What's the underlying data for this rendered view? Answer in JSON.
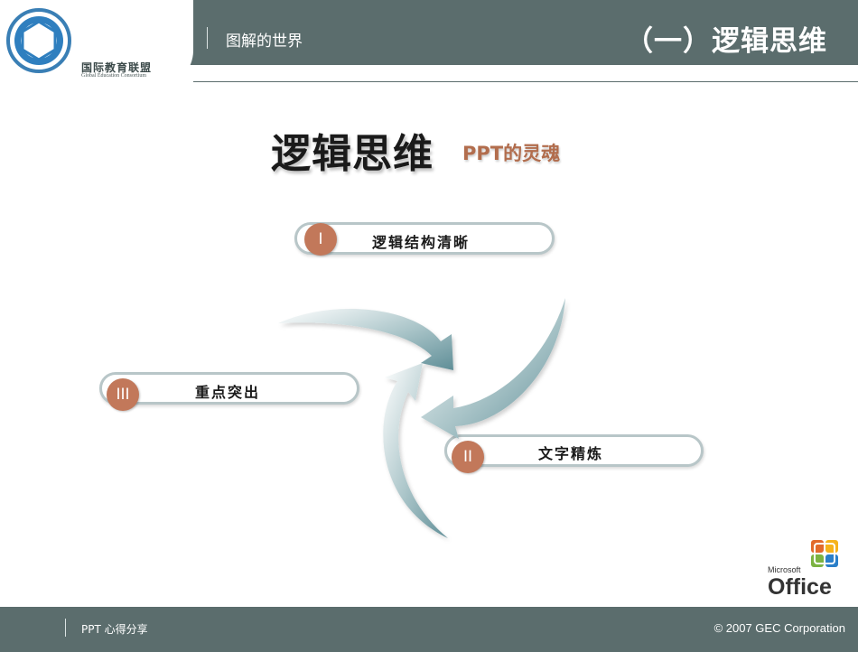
{
  "header": {
    "org_name_cn": "国际教育联盟",
    "org_name_en": "Global Education Consortium",
    "subtitle": "图解的世界",
    "title": "（一）逻辑思维"
  },
  "slide": {
    "title": "逻辑思维",
    "subtitle": "PPT的灵魂",
    "items": [
      {
        "numeral": "I",
        "label": "逻辑结构清晰"
      },
      {
        "numeral": "II",
        "label": "文字精炼"
      },
      {
        "numeral": "III",
        "label": "重点突出"
      }
    ]
  },
  "office_logo": {
    "brand": "Microsoft",
    "product": "Office"
  },
  "footer": {
    "left": "PPT 心得分享",
    "right": "© 2007 GEC Corporation"
  },
  "colors": {
    "band": "#5b6d6d",
    "accent": "#c2785a",
    "subtitle_accent": "#b26d4d",
    "pill_border": "#b8c6c8",
    "arrow": "#6f9ba3"
  }
}
